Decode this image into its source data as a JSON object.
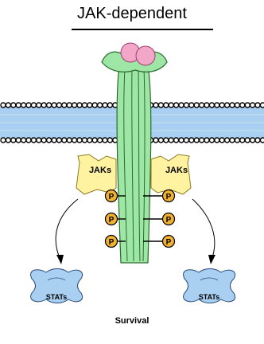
{
  "title": "JAK-dependent",
  "jak_label_left": "JAKs",
  "jak_label_right": "JAKs",
  "phospho_label": "P",
  "stat_label_left": "STATs",
  "stat_label_right": "STATs",
  "footer": "Survival",
  "colors": {
    "membrane": "#a9d0f0",
    "membrane_bead": "#000000",
    "receptor": "#9ee6a6",
    "ligand": "#f2a6c8",
    "jak": "#fff2a0",
    "phosphate": "#f0b030",
    "stat": "#a9d0f0"
  }
}
